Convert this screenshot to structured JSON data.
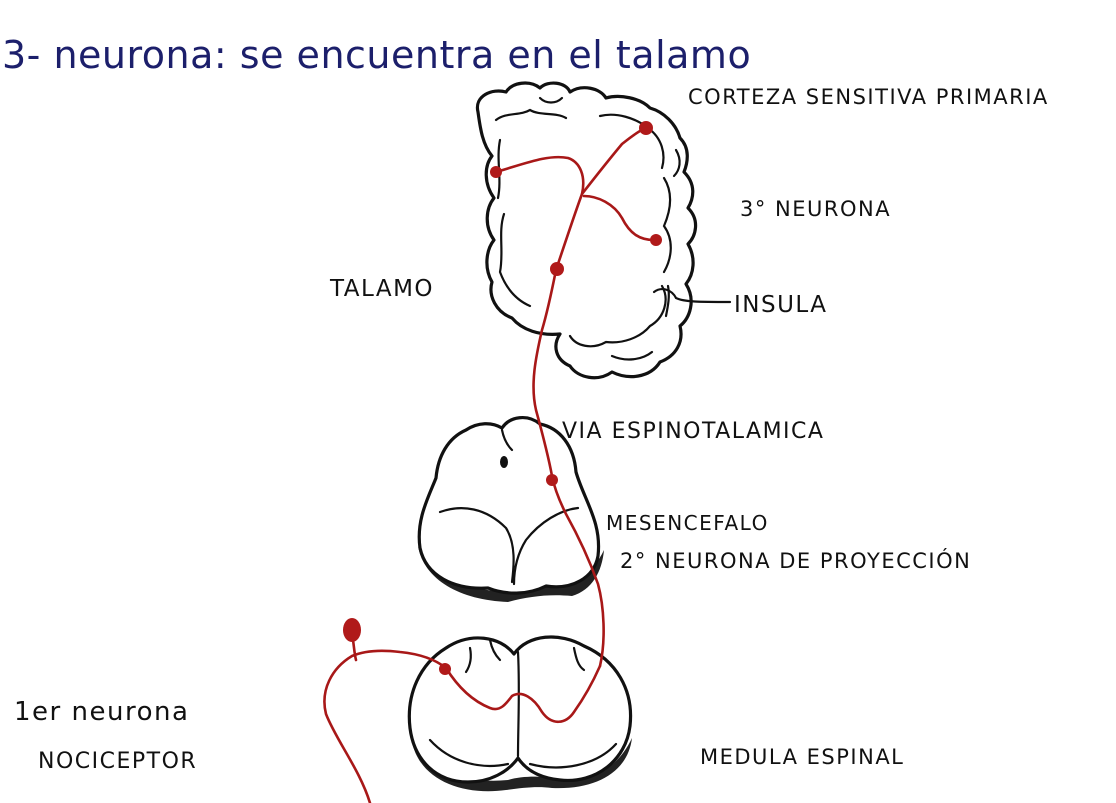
{
  "title": "3- neurona: se encuentra en el talamo",
  "labels": {
    "cortex": "CORTEZA SENSITIVA PRIMARIA",
    "third_neuron": "3° NEURONA",
    "thalamus": "TALAMO",
    "insula": "INSULA",
    "pathway": "VIA ESPINOTALAMICA",
    "midbrain": "MESENCEFALO",
    "second_neuron": "2° NEURONA DE PROYECCIÓN",
    "first_neuron_line1": "1er neurona",
    "first_neuron_line2": "NOCICEPTOR",
    "spinal_cord": "MEDULA ESPINAL"
  },
  "colors": {
    "ink": "#111111",
    "title_ink": "#1c1f6b",
    "pathway_red": "#a81818"
  }
}
